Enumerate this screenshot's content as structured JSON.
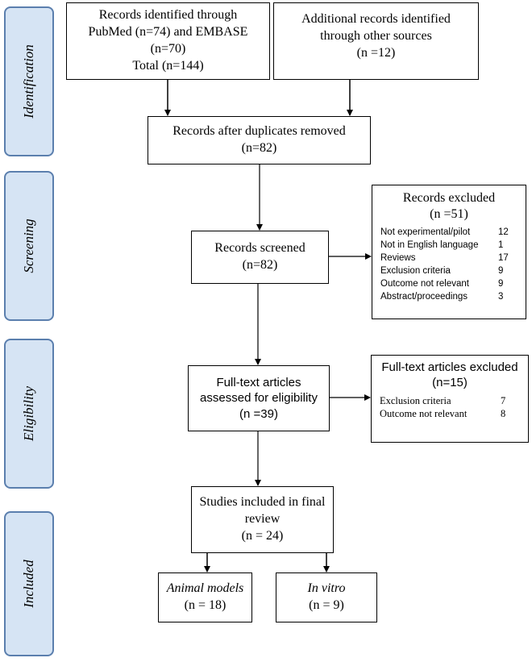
{
  "phases": [
    {
      "id": "identification",
      "label": "Identification"
    },
    {
      "id": "screening",
      "label": "Screening"
    },
    {
      "id": "eligibility",
      "label": "Eligibility"
    },
    {
      "id": "included",
      "label": "Included"
    }
  ],
  "identified": {
    "line1": "Records identified through",
    "line2": "PubMed (n=74) and EMBASE",
    "line3": "(n=70)",
    "line4": "Total (n=144)"
  },
  "additional": {
    "line1": "Additional records identified",
    "line2": "through other sources",
    "line3": "(n =12)"
  },
  "deduplicated": {
    "line1": "Records after duplicates removed",
    "line2": "(n=82)"
  },
  "screened": {
    "line1": "Records screened",
    "line2": "(n=82)"
  },
  "records_excluded": {
    "title": "Records excluded",
    "count": "(n =51)",
    "reasons": [
      {
        "reason": "Not experimental/pilot",
        "count": "12"
      },
      {
        "reason": "Not in English language",
        "count": "1"
      },
      {
        "reason": "Reviews",
        "count": "17"
      },
      {
        "reason": "Exclusion criteria",
        "count": "9"
      },
      {
        "reason": "Outcome not relevant",
        "count": "9"
      },
      {
        "reason": "Abstract/proceedings",
        "count": "3"
      }
    ]
  },
  "fulltext": {
    "line1": "Full-text articles",
    "line2": "assessed for eligibility",
    "line3": "(n =39)"
  },
  "fulltext_excluded": {
    "title": "Full-text articles excluded",
    "count": "(n=15)",
    "reasons": [
      {
        "reason": "Exclusion criteria",
        "count": "7"
      },
      {
        "reason": "Outcome not relevant",
        "count": "8"
      }
    ]
  },
  "included_studies": {
    "line1": "Studies included in final",
    "line2": "review",
    "line3": "(n = 24)"
  },
  "animal": {
    "label": "Animal models",
    "count": "(n = 18)"
  },
  "invitro": {
    "label": "In vitro",
    "count": "(n = 9)"
  },
  "colors": {
    "phase_fill": "#d6e4f4",
    "phase_border": "#5b7fae",
    "box_border": "#000000"
  }
}
